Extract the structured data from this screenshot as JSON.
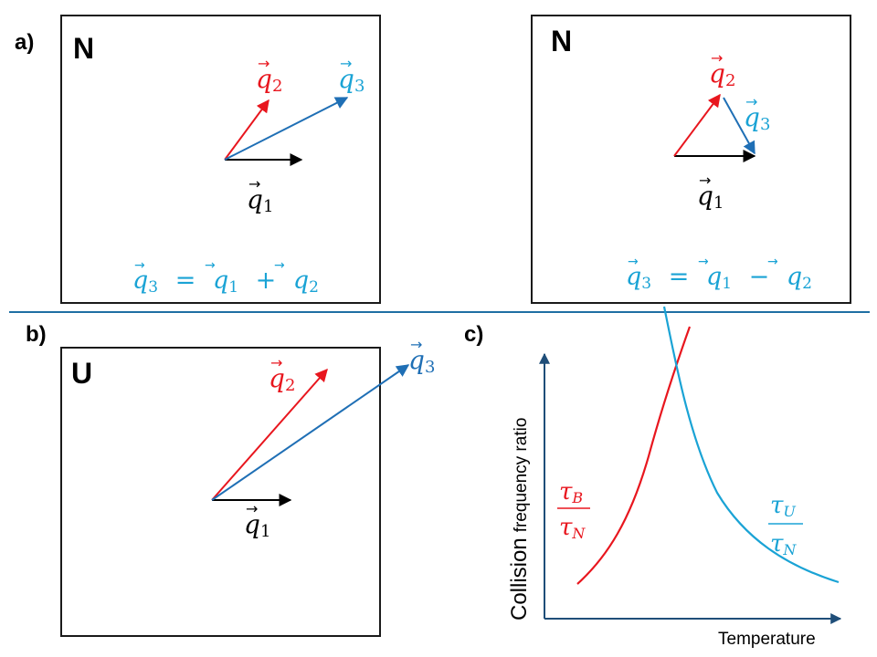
{
  "colors": {
    "red": "#e8161e",
    "blue": "#1f6fb5",
    "cyan": "#1aa3d5",
    "black": "#000000"
  },
  "panels": {
    "a": {
      "label": "a)",
      "left_box": {
        "title": "N",
        "vectors": {
          "q1": "q",
          "q1_sub": "1",
          "q2": "q",
          "q2_sub": "2",
          "q3": "q",
          "q3_sub": "3"
        },
        "equation": {
          "lhs": "q",
          "lhs_sub": "3",
          "eq": "=",
          "a": "q",
          "a_sub": "1",
          "op": "+",
          "b": "q",
          "b_sub": "2"
        }
      },
      "right_box": {
        "title": "N",
        "vectors": {
          "q1": "q",
          "q1_sub": "1",
          "q2": "q",
          "q2_sub": "2",
          "q3": "q",
          "q3_sub": "3"
        },
        "equation": {
          "lhs": "q",
          "lhs_sub": "3",
          "eq": "=",
          "a": "q",
          "a_sub": "1",
          "op": "−",
          "b": "q",
          "b_sub": "2"
        }
      }
    },
    "b": {
      "label": "b)",
      "box": {
        "title": "U",
        "vectors": {
          "q1": "q",
          "q1_sub": "1",
          "q2": "q",
          "q2_sub": "2",
          "q3": "q",
          "q3_sub": "3"
        }
      }
    },
    "c": {
      "label": "c)",
      "ylabel_big": "Collision",
      "ylabel_small": "frequency ratio",
      "xlabel": "Temperature",
      "curve_red": {
        "num": "τ",
        "num_sub": "B",
        "den": "τ",
        "den_sub": "N"
      },
      "curve_cyan": {
        "num": "τ",
        "num_sub": "U",
        "den": "τ",
        "den_sub": "N"
      }
    }
  }
}
